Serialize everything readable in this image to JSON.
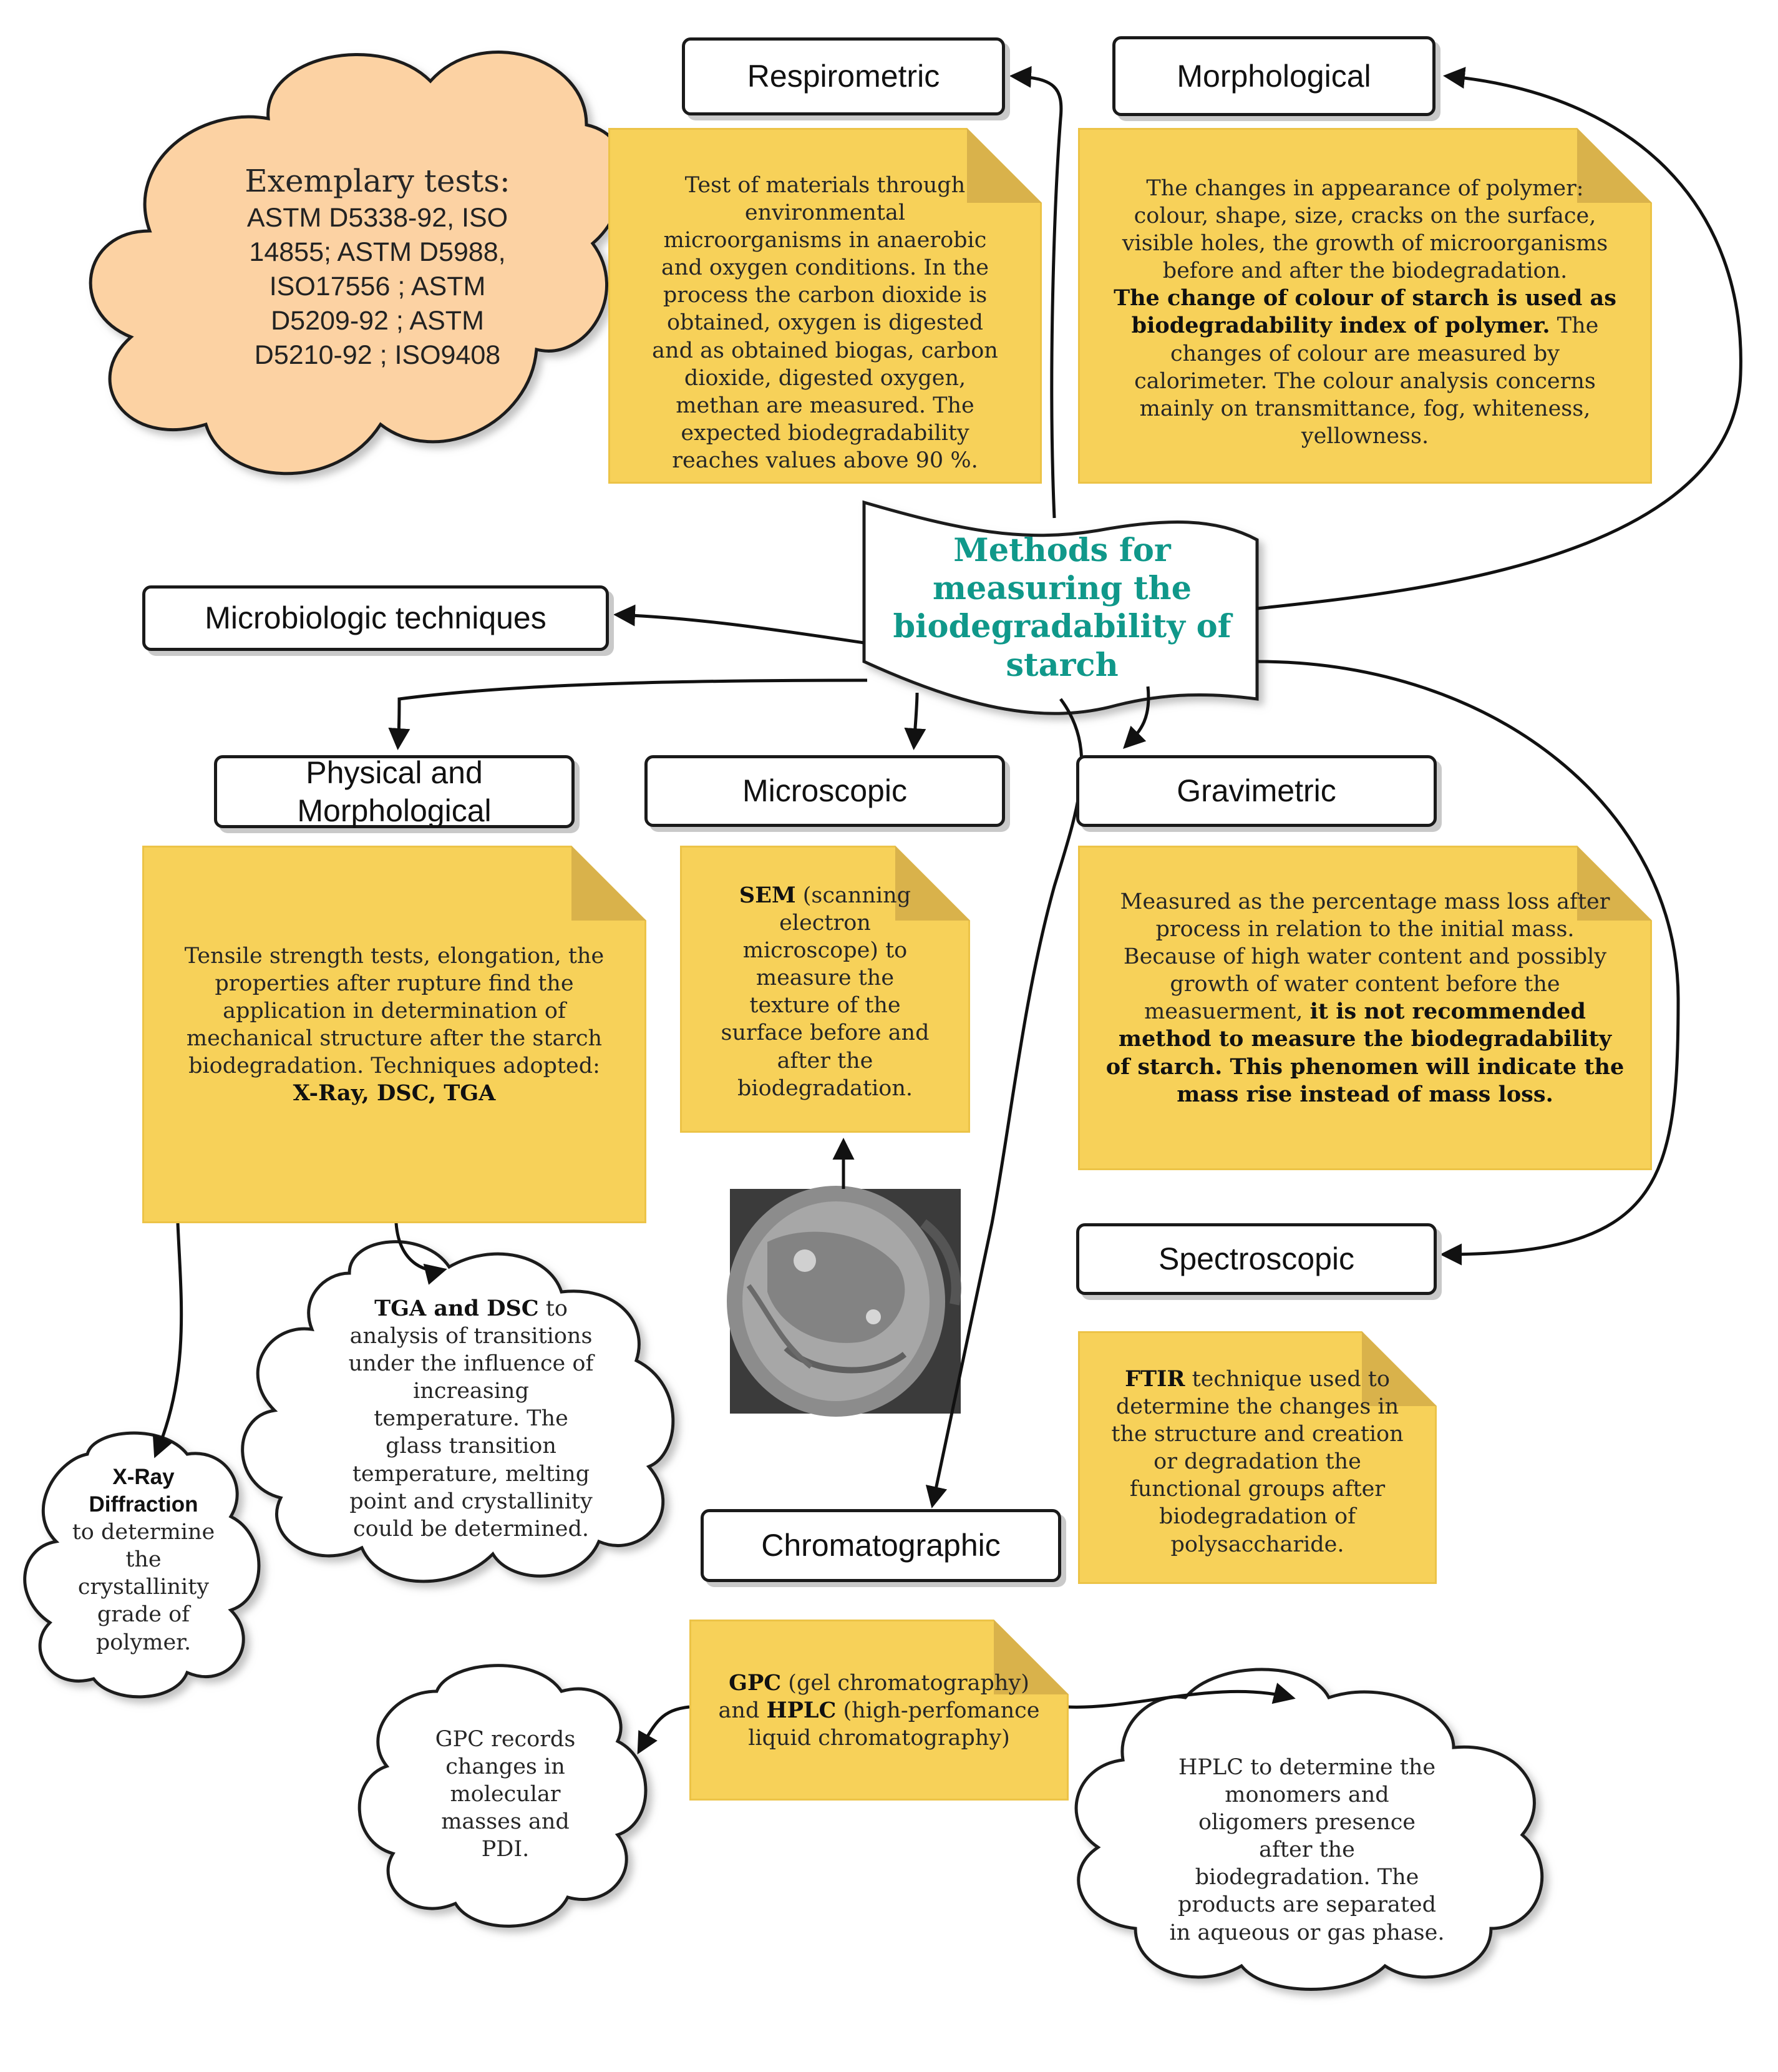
{
  "center_title": "Methods for measuring the biodegradability of starch",
  "exemplary": {
    "heading": "Exemplary tests:",
    "lines": [
      "ASTM D5338-92, ISO",
      "14855; ASTM D5988,",
      "ISO17556 ; ASTM",
      "D5209-92 ; ASTM",
      "D5210-92 ; ISO9408"
    ]
  },
  "boxes": {
    "respirometric": "Respirometric",
    "morphological": "Morphological",
    "microbiologic": "Microbiologic techniques",
    "physical_line1": "Physical and",
    "physical_line2": "Morphological",
    "microscopic": "Microscopic",
    "gravimetric": "Gravimetric",
    "spectroscopic": "Spectroscopic",
    "chromatographic": "Chromatographic"
  },
  "notes": {
    "respirometric": {
      "lines": [
        "Test of materials through",
        "environmental",
        "microorganisms in anaerobic",
        "and oxygen conditions.  In the",
        "process the carbon dioxide is",
        "obtained,  oxygen is digested",
        "and as obtained biogas, carbon",
        "dioxide, digested oxygen,",
        "methan are measured. The",
        "expected biodegradability",
        "reaches values above 90 %."
      ]
    },
    "morphological": {
      "line1": "The changes in appearance of polymer:",
      "line2": "colour, shape, size, cracks on the surface,",
      "line3": "visible holes, the growth of microorganisms",
      "line4": "before and after the biodegradation.",
      "bold1": "The change of colour of starch is used as",
      "bold2": "biodegradability index of polymer.",
      "line6": " The",
      "line7": "changes of colour are measured by",
      "line8": "calorimeter. The colour analysis concerns",
      "line9": "mainly on transmittance, fog, whiteness,",
      "line10": "yellowness."
    },
    "physical": {
      "lines": [
        "Tensile strength tests, elongation, the",
        "properties after rupture find the",
        "application in determination of",
        "mechanical structure after the starch",
        "biodegradation. Techniques adopted:"
      ],
      "bold": "X-Ray, DSC, TGA"
    },
    "microscopic": {
      "bold": "SEM",
      "first": " (scanning",
      "lines": [
        "electron",
        "microscope) to",
        "measure the",
        "texture of the",
        "surface before and",
        "after the",
        "biodegradation."
      ]
    },
    "gravimetric": {
      "lines": [
        "Measured as the percentage mass loss after",
        "process in relation to the initial mass.",
        "Because of high water content and possibly",
        "growth of water content before the"
      ],
      "line5": "measuerment, ",
      "bold5": "it is not recommended",
      "bold_lines": [
        "method to measure the biodegradability",
        "of starch. This phenomen will indicate the",
        "mass rise instead of mass loss."
      ]
    },
    "spectroscopic": {
      "bold": "FTIR",
      "first": " technique used to",
      "lines": [
        "determine the changes in",
        "the structure  and creation",
        "or degradation the",
        "functional groups after",
        "biodegradation of",
        "polysaccharide."
      ]
    },
    "chromatographic": {
      "bold1": "GPC",
      "line1": " (gel chromatography)",
      "pre2": "and ",
      "bold2": "HPLC",
      "line2": " (high-perfomance",
      "line3": "liquid chromatography)"
    }
  },
  "clouds": {
    "tga": {
      "bold": "TGA and DSC",
      "first": "  to",
      "lines": [
        "analysis of transitions",
        "under the influence of",
        "increasing",
        "temperature. The",
        "glass transition",
        "temperature, melting",
        "point and crystallinity",
        "could be determined."
      ]
    },
    "xray": {
      "bold1": "X-Ray",
      "bold2": "Diffraction",
      "lines": [
        "to determine",
        "the",
        "crystallinity",
        "grade of",
        "polymer."
      ]
    },
    "gpc": {
      "lines": [
        "GPC records",
        "changes in",
        "molecular",
        "masses and",
        "PDI."
      ]
    },
    "hplc": {
      "lines": [
        "HPLC to determine the",
        "monomers and",
        "oligomers presence",
        "after the",
        "biodegradation. The",
        "products are separated",
        "in aqueous or gas phase."
      ]
    }
  },
  "colors": {
    "note_fill": "#f7d159",
    "note_fold": "#d9b24b",
    "exemplary_cloud": "#fcd2a3",
    "title": "#10988a",
    "outline": "#1a1a1a"
  }
}
